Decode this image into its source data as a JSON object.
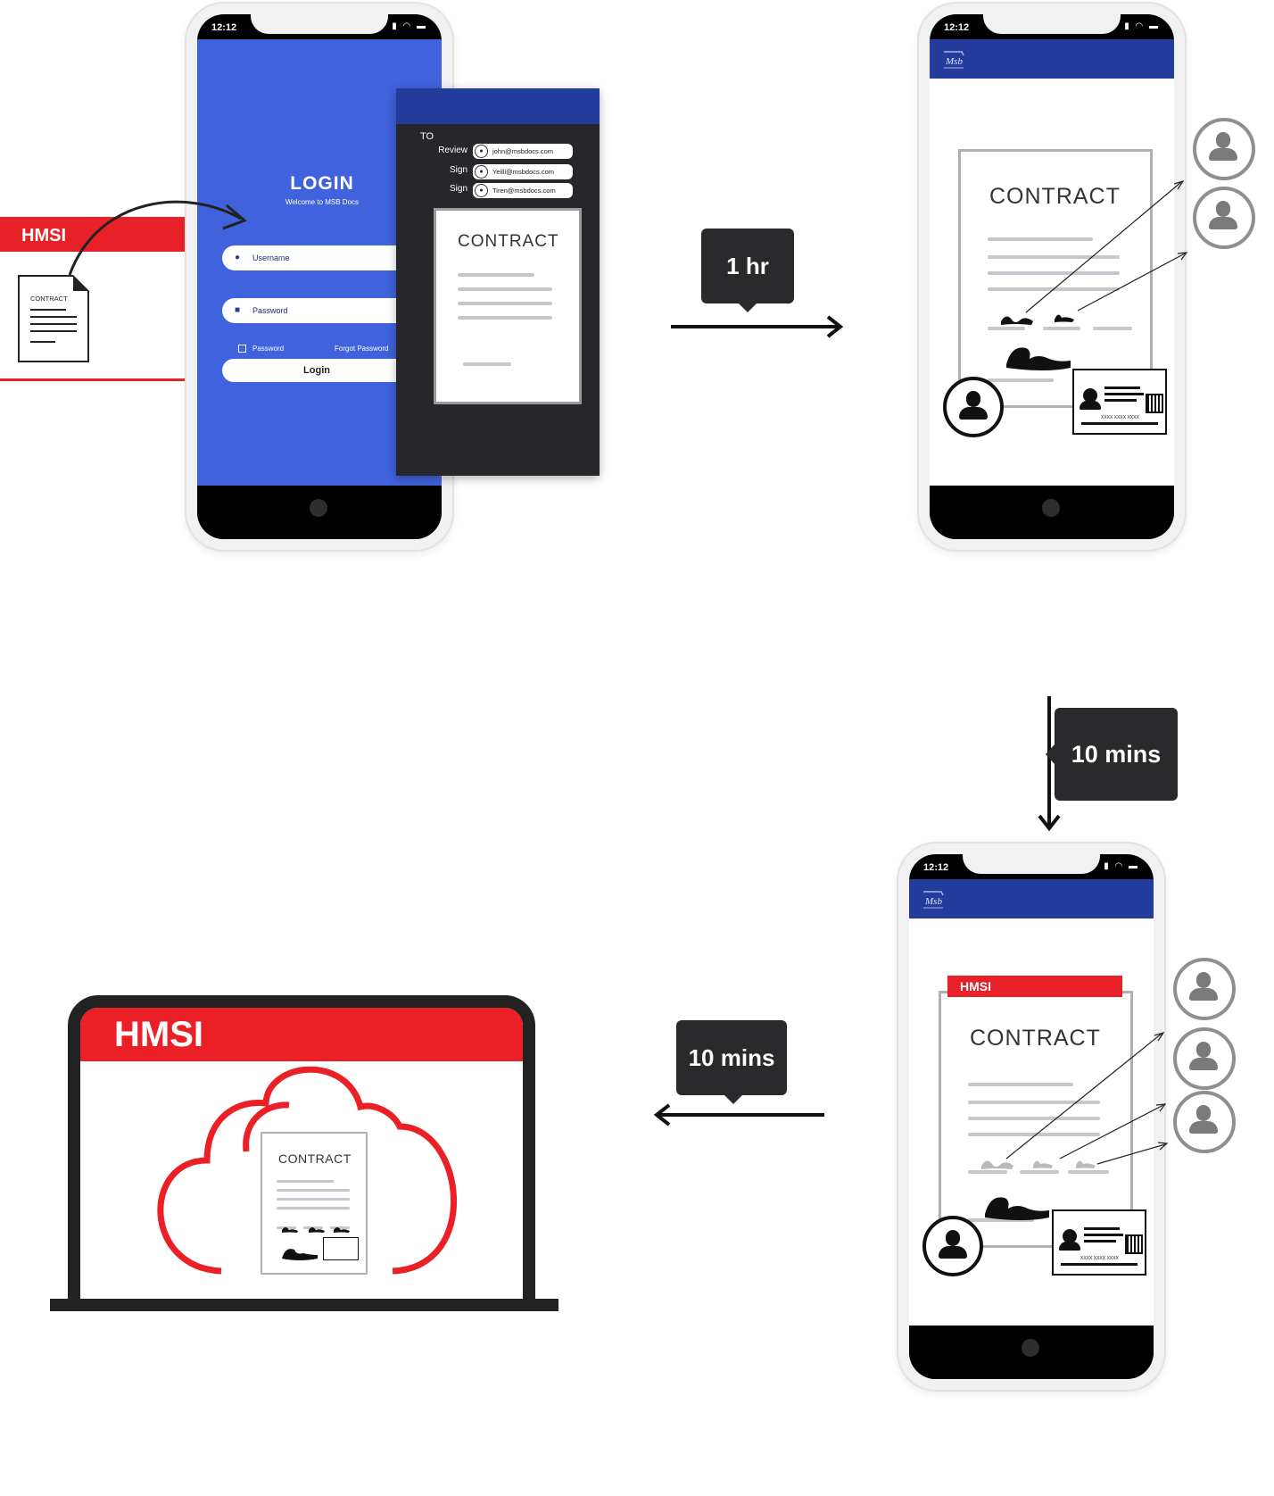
{
  "login_phone": {
    "status_time": "12:12",
    "title": "LOGIN",
    "subtitle": "Welcome to MSB Docs",
    "username_placeholder": "Username",
    "password_placeholder": "Password",
    "remember_label": "Password",
    "forgot_label": "Forgot Password",
    "login_button": "Login"
  },
  "send_panel": {
    "to_label": "TO",
    "recipients": [
      {
        "role": "Review",
        "email": "john@msbdocs.com"
      },
      {
        "role": "Sign",
        "email": "Yeilli@msbdocs.com"
      },
      {
        "role": "Sign",
        "email": "Tiren@msbdocs.com"
      }
    ],
    "doc_title": "CONTRACT"
  },
  "hmsi_folder": {
    "brand": "HMSI",
    "file_label": "CONTRACT"
  },
  "step1": {
    "duration": "1 hr"
  },
  "sign_phone": {
    "status_time": "12:12",
    "doc_title": "CONTRACT",
    "id_number": "XXXX XXXX XXXX"
  },
  "step2": {
    "duration": "10 mins"
  },
  "final_phone": {
    "status_time": "12:12",
    "brand": "HMSI",
    "doc_title": "CONTRACT",
    "id_number": "XXXX XXXX XXXX"
  },
  "step3": {
    "duration": "10 mins"
  },
  "laptop": {
    "brand": "HMSI",
    "doc_title": "CONTRACT"
  },
  "colors": {
    "login_blue": "#4062dc",
    "app_bar_blue": "#243c9c",
    "hmsi_red": "#e82128",
    "tooltip_dark": "#2a2a2c"
  }
}
